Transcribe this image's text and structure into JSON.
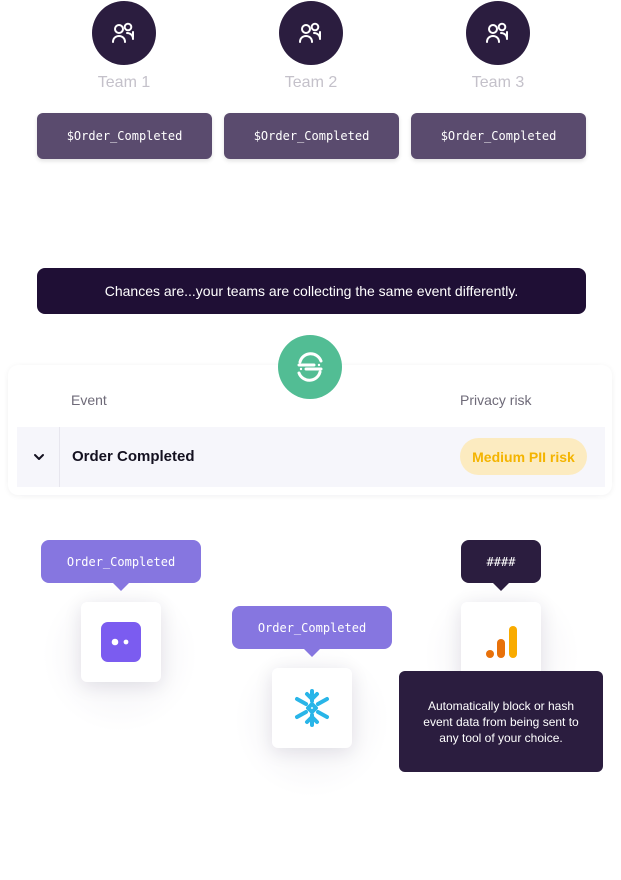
{
  "teams": [
    {
      "label": "Team 1",
      "event": "$Order_Completed"
    },
    {
      "label": "Team 2",
      "event": "$Order_Completed"
    },
    {
      "label": "Team 3",
      "event": "$Order_Completed"
    }
  ],
  "banner": {
    "text": "Chances are...your teams are collecting the same event differently."
  },
  "table": {
    "columns": {
      "event": "Event",
      "privacy": "Privacy risk"
    },
    "row": {
      "name": "Order Completed",
      "risk": "Medium PII risk"
    }
  },
  "destinations": [
    {
      "label": "Order_Completed",
      "icon": "dots-app-icon"
    },
    {
      "label": "Order_Completed",
      "icon": "snowflake-icon"
    },
    {
      "label": "####",
      "icon": "analytics-bars-icon"
    }
  ],
  "info": {
    "text": "Automatically block or hash event data from being sent to any tool of your choice."
  },
  "colors": {
    "dark": "#2b1d3f",
    "chip": "#5a4b6e",
    "banner": "#1f0f35",
    "segment_green": "#52bd94",
    "callout_purple": "#8676e0",
    "risk_bg": "#fcebc0",
    "risk_text": "#f4b400",
    "snowflake": "#29b5e8",
    "app_purple": "#7b5cf0"
  }
}
